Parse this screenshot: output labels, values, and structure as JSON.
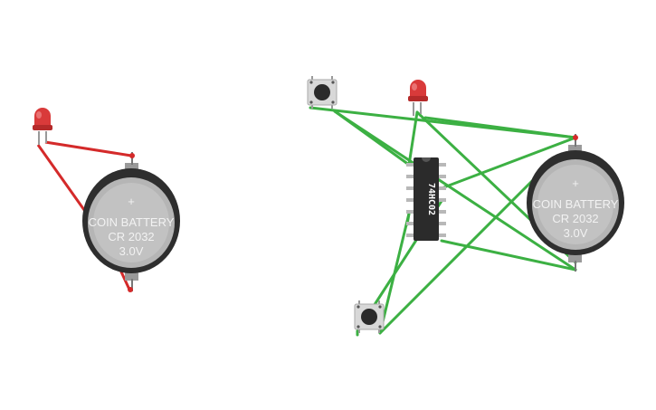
{
  "circuit": {
    "battery_left": {
      "line1": "COIN BATTERY",
      "line2": "CR 2032",
      "line3": "3.0V",
      "plus": "+"
    },
    "battery_right": {
      "line1": "COIN BATTERY",
      "line2": "CR 2032",
      "line3": "3.0V",
      "plus": "+"
    },
    "chip": {
      "label": "74HC02"
    },
    "colors": {
      "wire_red": "#d42a2a",
      "wire_green": "#3cb043",
      "led_red": "#d93a3a",
      "battery_body": "#3a3a3a",
      "battery_face": "#b8b8b8",
      "chip_body": "#2b2b2b",
      "button_body": "#d8d8d8"
    }
  }
}
